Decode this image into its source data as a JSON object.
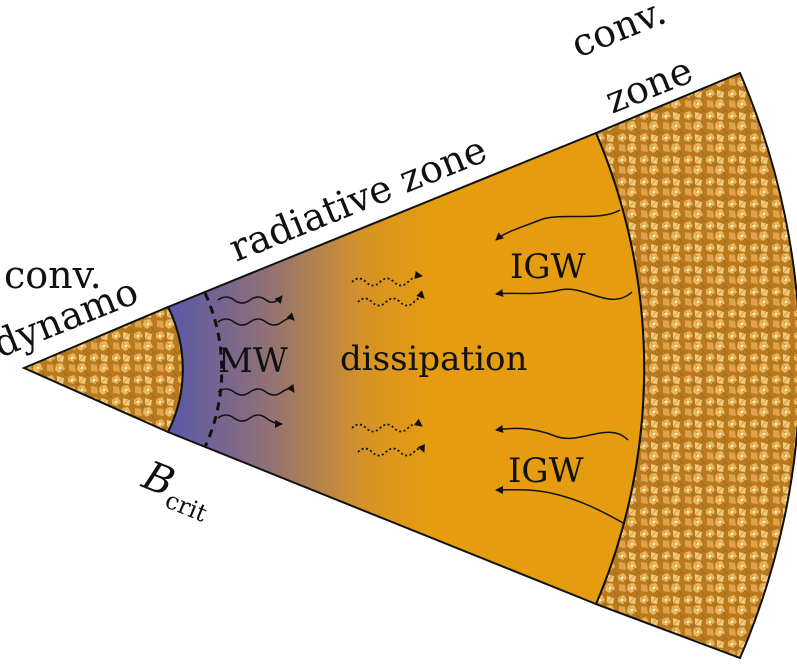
{
  "labels": {
    "core_line1": "conv.",
    "core_line2": "dynamo",
    "radiative": "radiative zone",
    "env_line1": "conv.",
    "env_line2": "zone",
    "mw": "MW",
    "dissipation": "dissipation",
    "igw_top": "IGW",
    "igw_bottom": "IGW",
    "bcrit_main": "B",
    "bcrit_sub": "crit"
  },
  "colors": {
    "core": "#c98a2a",
    "magnetic": "#5a58a8",
    "radiative": "#e59c0f",
    "envelope": "#b98024",
    "ink": "#111111"
  }
}
